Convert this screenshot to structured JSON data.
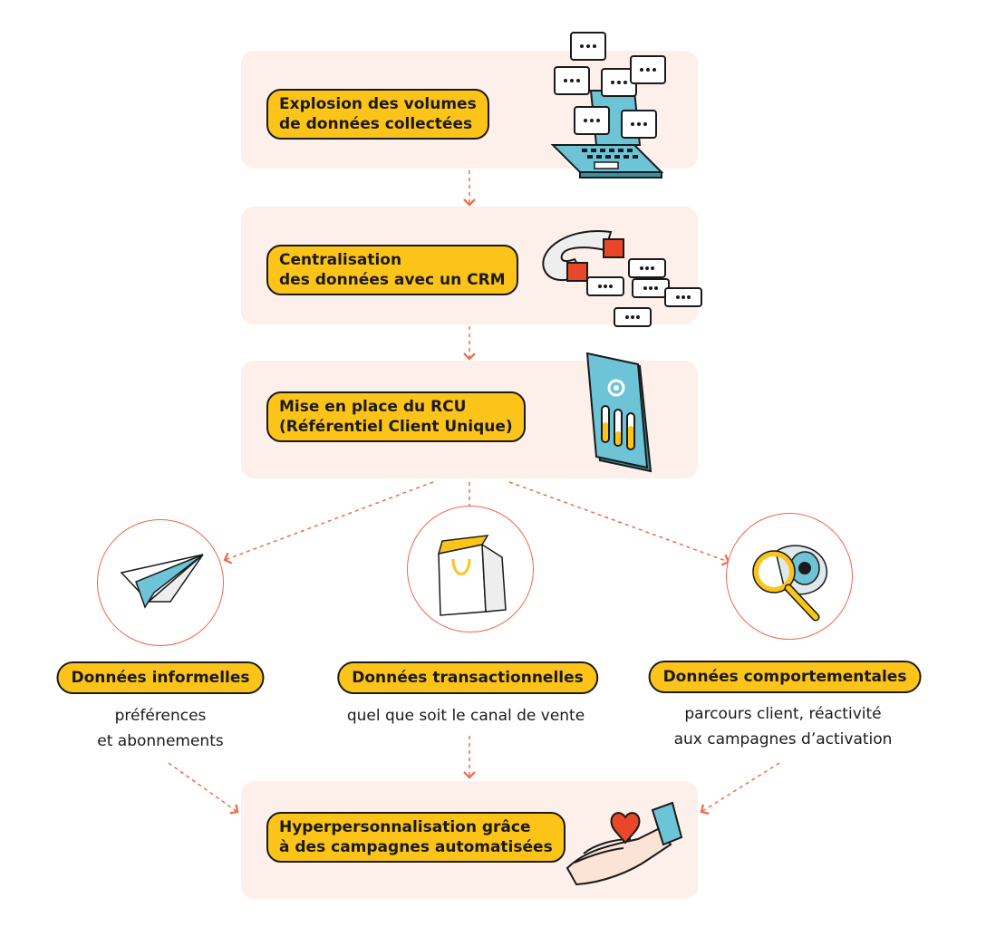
{
  "steps": [
    {
      "line1": "Explosion des volumes",
      "line2": "de données collectées"
    },
    {
      "line1": "Centralisation",
      "line2": "des données avec un CRM"
    },
    {
      "line1": "Mise en place du RCU",
      "line2": "(Référentiel Client Unique)"
    }
  ],
  "categories": [
    {
      "title": "Données informelles",
      "line1": "préférences",
      "line2": "et abonnements"
    },
    {
      "title": "Données transactionnelles",
      "line1": "quel que soit le canal de vente",
      "line2": ""
    },
    {
      "title": "Données comportementales",
      "line1": "parcours client, réactivité",
      "line2": "aux campagnes d’activation"
    }
  ],
  "final": {
    "line1": "Hyperpersonnalisation grâce",
    "line2": "à des campagnes automatisées"
  },
  "colors": {
    "accent": "#fcc419",
    "panel": "#fdf0ea",
    "connector": "#ef6a4a",
    "teal": "#6cc4d6",
    "red": "#e8472a"
  },
  "icons": [
    "laptop-chat-icon",
    "magnet-icon",
    "tablet-settings-icon",
    "paper-plane-icon",
    "shopping-bag-icon",
    "magnifier-eye-icon",
    "hand-heart-icon"
  ]
}
